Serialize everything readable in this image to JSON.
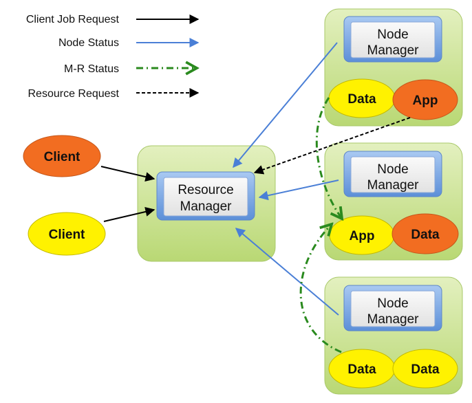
{
  "legend": {
    "client_job_request": "Client Job Request",
    "node_status": "Node Status",
    "mr_status": "M-R Status",
    "resource_request": "Resource Request"
  },
  "clients": {
    "top": "Client",
    "bottom": "Client"
  },
  "resource_manager": {
    "line1": "Resource",
    "line2": "Manager"
  },
  "nodes": [
    {
      "line1": "Node",
      "line2": "Manager",
      "left": "Data",
      "right": "App"
    },
    {
      "line1": "Node",
      "line2": "Manager",
      "left": "App",
      "right": "Data"
    },
    {
      "line1": "Node",
      "line2": "Manager",
      "left": "Data",
      "right": "Data"
    }
  ],
  "colors": {
    "client_job_request": "#000000",
    "node_status": "#4a7fd6",
    "mr_status": "#2a8a1e",
    "resource_request": "#000000",
    "container_fill": "#c8e08a",
    "manager_inner": "#eeeeee",
    "manager_border": "#6a9ee0",
    "yellow": "#fff200",
    "orange": "#f26d21"
  }
}
